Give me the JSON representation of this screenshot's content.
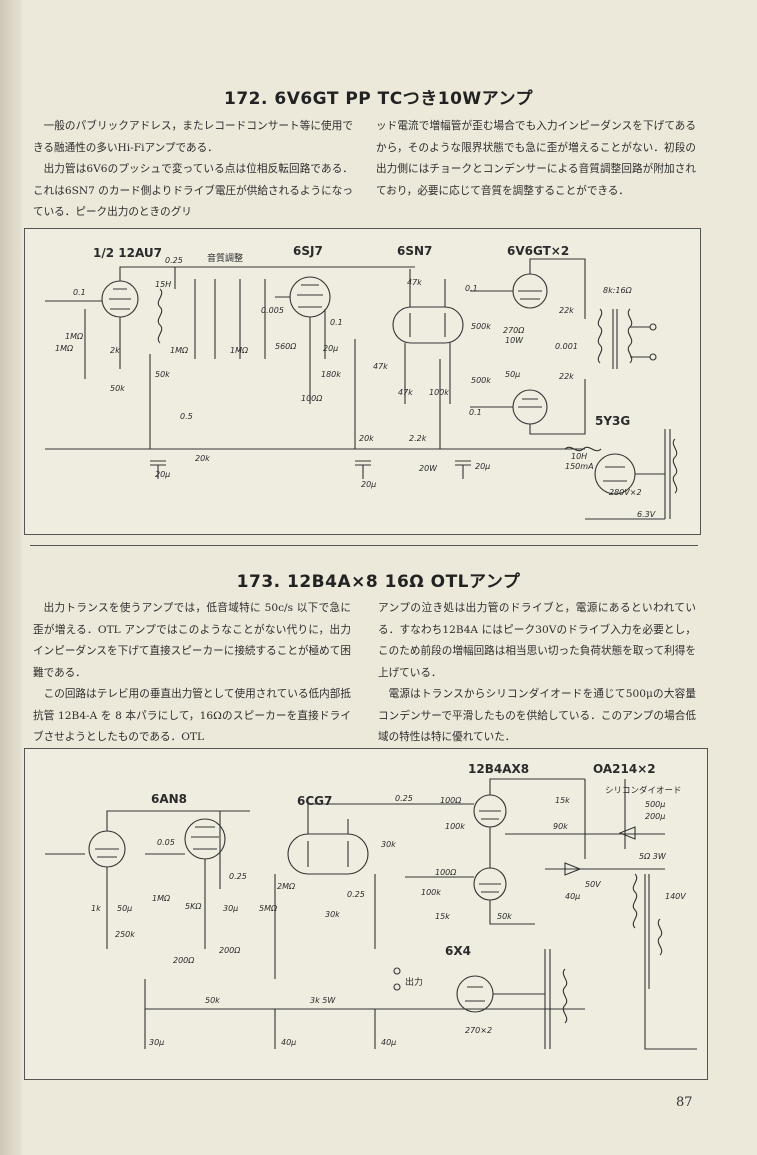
{
  "sec172": {
    "title": "172. 6V6GT PP TCつき10Wアンプ",
    "left_p1": "一般のパブリックアドレス，またレコードコンサート等に使用できる融通性の多いHi-Fiアンプである．",
    "left_p2": "出力管は6V6のプッシュで変っている点は位相反転回路である．これは6SN7 のカード側よりドライブ電圧が供給されるようになっている．ピーク出力のときのグリ",
    "right_p1": "ッド電流で増幅管が歪む場合でも入力インピーダンスを下げてあるから，そのような限界状態でも急に歪が増えることがない．初段の出力側にはチョークとコンデンサーによる音質調整回路が附加されており，必要に応じて音質を調整することができる．",
    "tubes": [
      "1/2 12AU7",
      "6SJ7",
      "6SN7",
      "6V6GT×2",
      "5Y3G"
    ],
    "tone_label": "音質調整",
    "labels": [
      "0.1",
      "0.25",
      "15H",
      "1MΩ",
      "1MΩ",
      "2k",
      "50k",
      "1MΩ",
      "1MΩ",
      "0.005",
      "50k",
      "0.5",
      "20k",
      "20μ",
      "560Ω",
      "0.1",
      "20μ",
      "100Ω",
      "180k",
      "47k",
      "20k",
      "20μ",
      "47k",
      "47k",
      "100k",
      "0.1",
      "500k",
      "500k",
      "270Ω",
      "10W",
      "50μ",
      "0.1",
      "22k",
      "22k",
      "0.001",
      "8k:16Ω",
      "2.2k",
      "20W",
      "20μ",
      "10H",
      "150mA",
      "280V×2",
      "6.3V"
    ]
  },
  "sec173": {
    "title": "173. 12B4A×8 16Ω OTLアンプ",
    "left_p1": "出力トランスを使うアンプでは，低音域特に 50c/s 以下で急に歪が増える．OTL アンプではこのようなことがない代りに，出力インピーダンスを下げて直接スピーカーに接続することが極めて困難である．",
    "left_p2": "この回路はテレビ用の垂直出力管として使用されている低内部抵抗管 12B4-A を 8 本パラにして，16Ωのスピーカーを直接ドライブさせようとしたものである．OTL",
    "right_p1": "アンプの泣き処は出力管のドライブと，電源にあるといわれている．すなわち12B4A にはピーク30Vのドライブ入力を必要とし，このため前段の増幅回路は相当思い切った負荷状態を取って利得を上げている．",
    "right_p2": "電源はトランスからシリコンダイオードを通じて500μの大容量コンデンサーで平滑したものを供給している．このアンプの場合低域の特性は特に優れていた．",
    "tubes": [
      "6AN8",
      "6CG7",
      "12B4AX8",
      "OA214×2",
      "6X4"
    ],
    "diode_label": "シリコンダイオード",
    "output_label": "出力",
    "labels": [
      "0.05",
      "1MΩ",
      "1k",
      "50μ",
      "250k",
      "5KΩ",
      "0.25",
      "30μ",
      "5MΩ",
      "2MΩ",
      "200Ω",
      "200Ω",
      "0.25",
      "30k",
      "30k",
      "0.25",
      "100Ω",
      "100k",
      "100Ω",
      "100k",
      "15k",
      "50k",
      "15k",
      "90k",
      "500μ",
      "200μ",
      "5Ω 3W",
      "50V",
      "40μ",
      "140V",
      "50k",
      "3k 5W",
      "30μ",
      "40μ",
      "40μ",
      "270×2"
    ]
  },
  "page_number": "87"
}
